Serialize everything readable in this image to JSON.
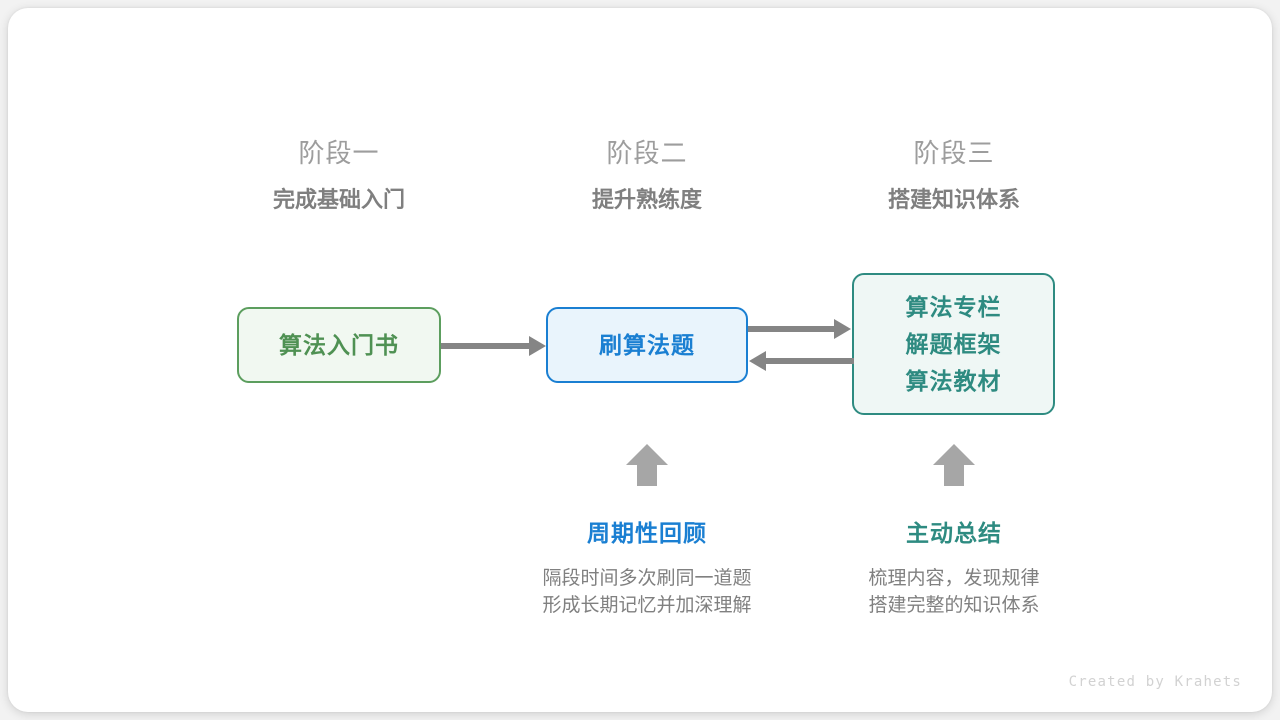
{
  "canvas": {
    "background": "#f2f2f2",
    "card_background": "#ffffff"
  },
  "colors": {
    "green": "#4f9153",
    "green_border": "#5c9e5e",
    "green_fill": "#f1f8f1",
    "blue": "#1a7fd2",
    "blue_fill": "#e9f4fc",
    "teal": "#2e8b81",
    "teal_fill": "#eff7f5",
    "arrow_gray": "#858585",
    "title_gray": "#9d9d9d",
    "subtitle_gray": "#7f7f7f",
    "body_gray": "#808080",
    "footer_gray": "#d2d2d2"
  },
  "stages": [
    {
      "title": "阶段一",
      "subtitle": "完成基础入门"
    },
    {
      "title": "阶段二",
      "subtitle": "提升熟练度"
    },
    {
      "title": "阶段三",
      "subtitle": "搭建知识体系"
    }
  ],
  "nodes": {
    "book": {
      "lines": [
        "算法入门书"
      ]
    },
    "practice": {
      "lines": [
        "刷算法题"
      ]
    },
    "resource": {
      "lines": [
        "算法专栏",
        "解题框架",
        "算法教材"
      ]
    }
  },
  "connectors": [
    {
      "from": "book",
      "to": "practice",
      "direction": "right"
    },
    {
      "from": "practice",
      "to": "resource",
      "direction": "right"
    },
    {
      "from": "resource",
      "to": "practice",
      "direction": "left"
    }
  ],
  "notes": [
    {
      "title": "周期性回顾",
      "accent": "#1a7fd2",
      "desc": [
        "隔段时间多次刷同一道题",
        "形成长期记忆并加深理解"
      ],
      "arrow": "up-arrow"
    },
    {
      "title": "主动总结",
      "accent": "#2e8b81",
      "desc": [
        "梳理内容，发现规律",
        "搭建完整的知识体系"
      ],
      "arrow": "up-arrow"
    }
  ],
  "footer": {
    "text": "Created by Krahets"
  }
}
